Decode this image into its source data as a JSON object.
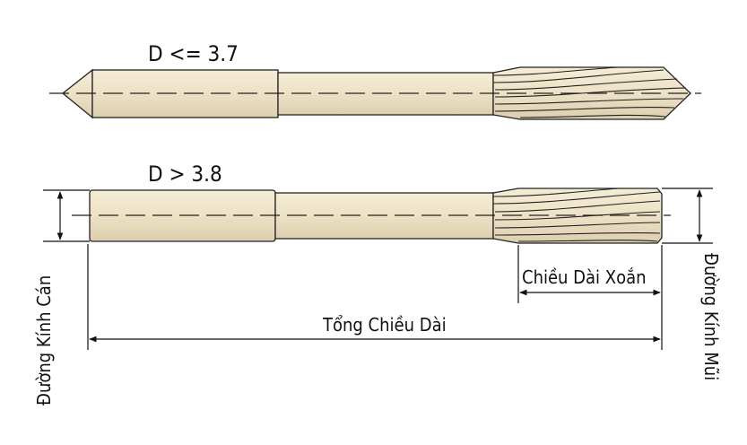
{
  "labels": {
    "top_tool": "D <= 3.7",
    "bottom_tool": "D > 3.8",
    "flute_length": "Chiều Dài Xoắn",
    "total_length": "Tổng Chiều Dài",
    "shank_diameter": "Đường Kính Cán",
    "tip_diameter": "Đường Kính Mũi"
  },
  "colors": {
    "body": "#ede2c6",
    "flute": "#dccfb0",
    "outline": "#222222"
  }
}
